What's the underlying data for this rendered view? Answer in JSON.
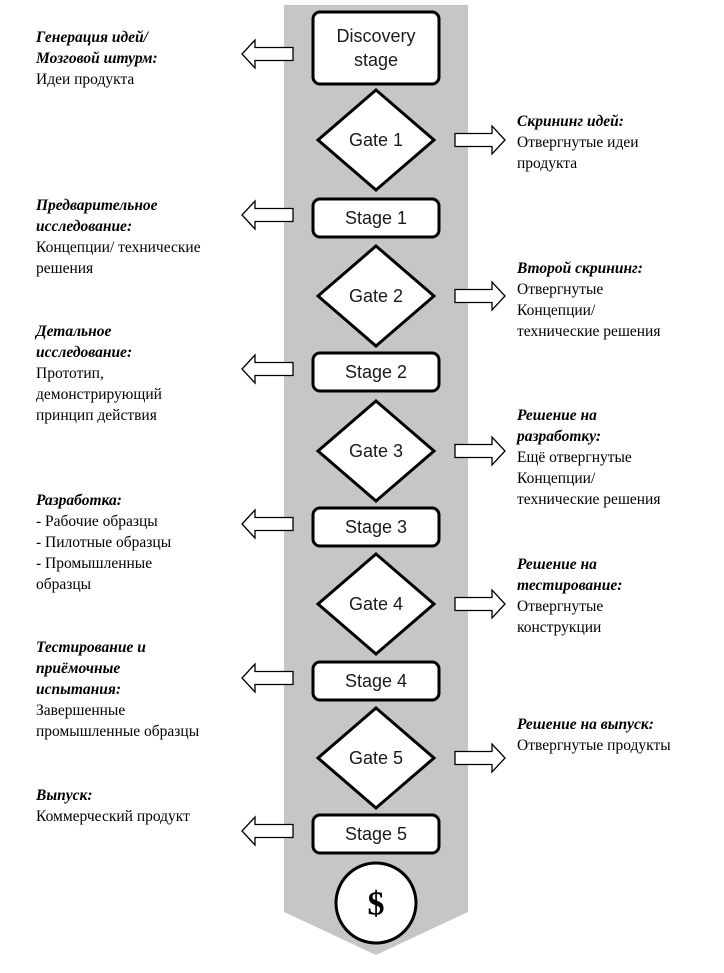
{
  "stages": [
    {
      "lines": [
        "Discovery",
        "stage"
      ]
    },
    {
      "lines": [
        "Stage 1"
      ]
    },
    {
      "lines": [
        "Stage 2"
      ]
    },
    {
      "lines": [
        "Stage 3"
      ]
    },
    {
      "lines": [
        "Stage 4"
      ]
    },
    {
      "lines": [
        "Stage 5"
      ]
    }
  ],
  "gates": [
    "Gate 1",
    "Gate 2",
    "Gate 3",
    "Gate 4",
    "Gate 5"
  ],
  "end_symbol": "$",
  "stage_notes": [
    {
      "title": [
        "Генерация идей/",
        "Мозговой штурм:"
      ],
      "text": [
        "Идеи продукта"
      ]
    },
    {
      "title": [
        "Предварительное",
        "исследование:"
      ],
      "text": [
        "Концепции/ технические",
        "решения"
      ]
    },
    {
      "title": [
        "Детальное",
        "исследование:"
      ],
      "text": [
        "Прототип,",
        "демонстрирующий",
        "принцип действия"
      ]
    },
    {
      "title": [
        "Разработка:"
      ],
      "text": [
        "- Рабочие образцы",
        "- Пилотные образцы",
        "- Промышленные",
        "образцы"
      ]
    },
    {
      "title": [
        "Тестирование и",
        "приёмочные",
        "испытания:"
      ],
      "text": [
        "Завершенные",
        "промышленные образцы"
      ]
    },
    {
      "title": [
        "Выпуск:"
      ],
      "text": [
        "Коммерческий продукт"
      ]
    }
  ],
  "gate_notes": [
    {
      "title": [
        "Скрининг идей:"
      ],
      "text": [
        "Отвергнутые идеи",
        "продукта"
      ]
    },
    {
      "title": [
        "Второй скрининг:"
      ],
      "text": [
        "Отвергнутые",
        "Концепции/",
        "технические решения"
      ]
    },
    {
      "title": [
        "Решение на",
        "разработку:"
      ],
      "text": [
        "Ещё отвергнутые",
        "Концепции/",
        "технические решения"
      ]
    },
    {
      "title": [
        "Решение на",
        "тестирование:"
      ],
      "text": [
        "Отвергнутые",
        "конструкции"
      ]
    },
    {
      "title": [
        "Решение на выпуск:"
      ],
      "text": [
        "Отвергнутые продукты"
      ]
    }
  ]
}
